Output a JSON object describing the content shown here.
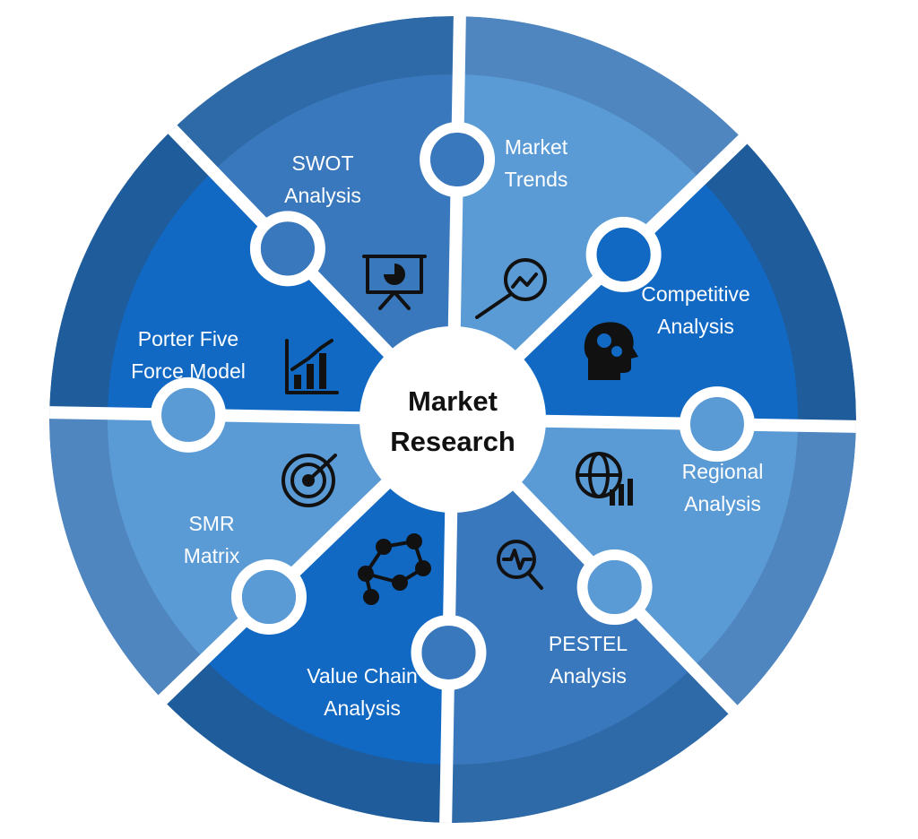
{
  "center": {
    "line1": "Market",
    "line2": "Research"
  },
  "segments": [
    {
      "id": "market-trends",
      "lines": [
        "Market",
        "Trends"
      ],
      "icon": "magnifier-chart-icon",
      "tone": "light"
    },
    {
      "id": "competitive-analysis",
      "lines": [
        "Competitive",
        "Analysis"
      ],
      "icon": "head-gears-icon",
      "tone": "dark"
    },
    {
      "id": "regional-analysis",
      "lines": [
        "Regional",
        "Analysis"
      ],
      "icon": "globe-chart-icon",
      "tone": "light"
    },
    {
      "id": "pestel-analysis",
      "lines": [
        "PESTEL",
        "Analysis"
      ],
      "icon": "magnifier-pulse-icon",
      "tone": "mid"
    },
    {
      "id": "value-chain-analysis",
      "lines": [
        "Value Chain",
        "Analysis"
      ],
      "icon": "network-people-icon",
      "tone": "dark"
    },
    {
      "id": "smr-matrix",
      "lines": [
        "SMR",
        "Matrix"
      ],
      "icon": "target-icon",
      "tone": "light"
    },
    {
      "id": "porter-five-force-model",
      "lines": [
        "Porter Five",
        "Force Model"
      ],
      "icon": "bar-chart-icon",
      "tone": "dark"
    },
    {
      "id": "swot-analysis",
      "lines": [
        "SWOT",
        "Analysis"
      ],
      "icon": "presentation-board-icon",
      "tone": "mid"
    }
  ],
  "colors": {
    "light_outer": "#4f86c0",
    "light_inner": "#5b9bd5",
    "mid_outer": "#2e6aa8",
    "mid_inner": "#3a78bd",
    "dark_outer": "#1f5c9c",
    "dark_inner": "#1169c4",
    "divider": "#ffffff",
    "center_fill": "#ffffff",
    "icon": "#111111"
  }
}
